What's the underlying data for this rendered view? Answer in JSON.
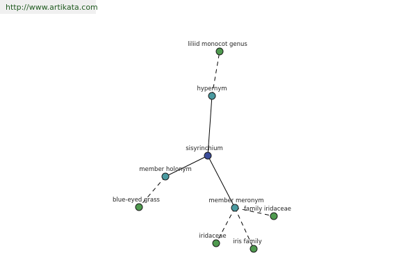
{
  "watermark": "http://www.artikata.com",
  "colors": {
    "center": "#3a4c9a",
    "relation": "#4a9aa0",
    "term": "#4f9a4f"
  },
  "nodes": {
    "lilid_monocot_genus": "liliid monocot genus",
    "hypernym": "hypernym",
    "sisyrinchium": "sisyrinchium",
    "member_holonym": "member holonym",
    "blue_eyed_grass": "blue-eyed grass",
    "member_meronym": "member meronym",
    "family_iridaceae": "family iridaceae",
    "iridaceae": "iridaceae",
    "iris_family": "iris family"
  }
}
